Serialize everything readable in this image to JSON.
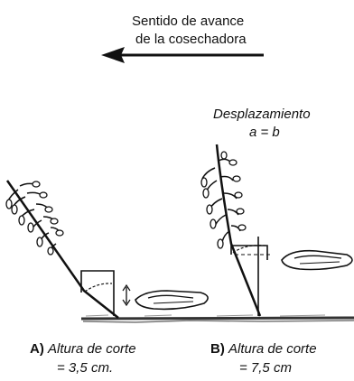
{
  "direction": {
    "line1": "Sentido de avance",
    "line2": "de la cosechadora"
  },
  "displacement": {
    "title": "Desplazamiento",
    "equation": "a = b"
  },
  "caption_a": {
    "label": "A)",
    "text": "Altura de corte",
    "value": "= 3,5 cm."
  },
  "caption_b": {
    "label": "B)",
    "text": "Altura de corte",
    "value": "= 7,5 cm"
  },
  "colors": {
    "ink": "#111111",
    "ground": "#555555",
    "paper": "#ffffff"
  }
}
